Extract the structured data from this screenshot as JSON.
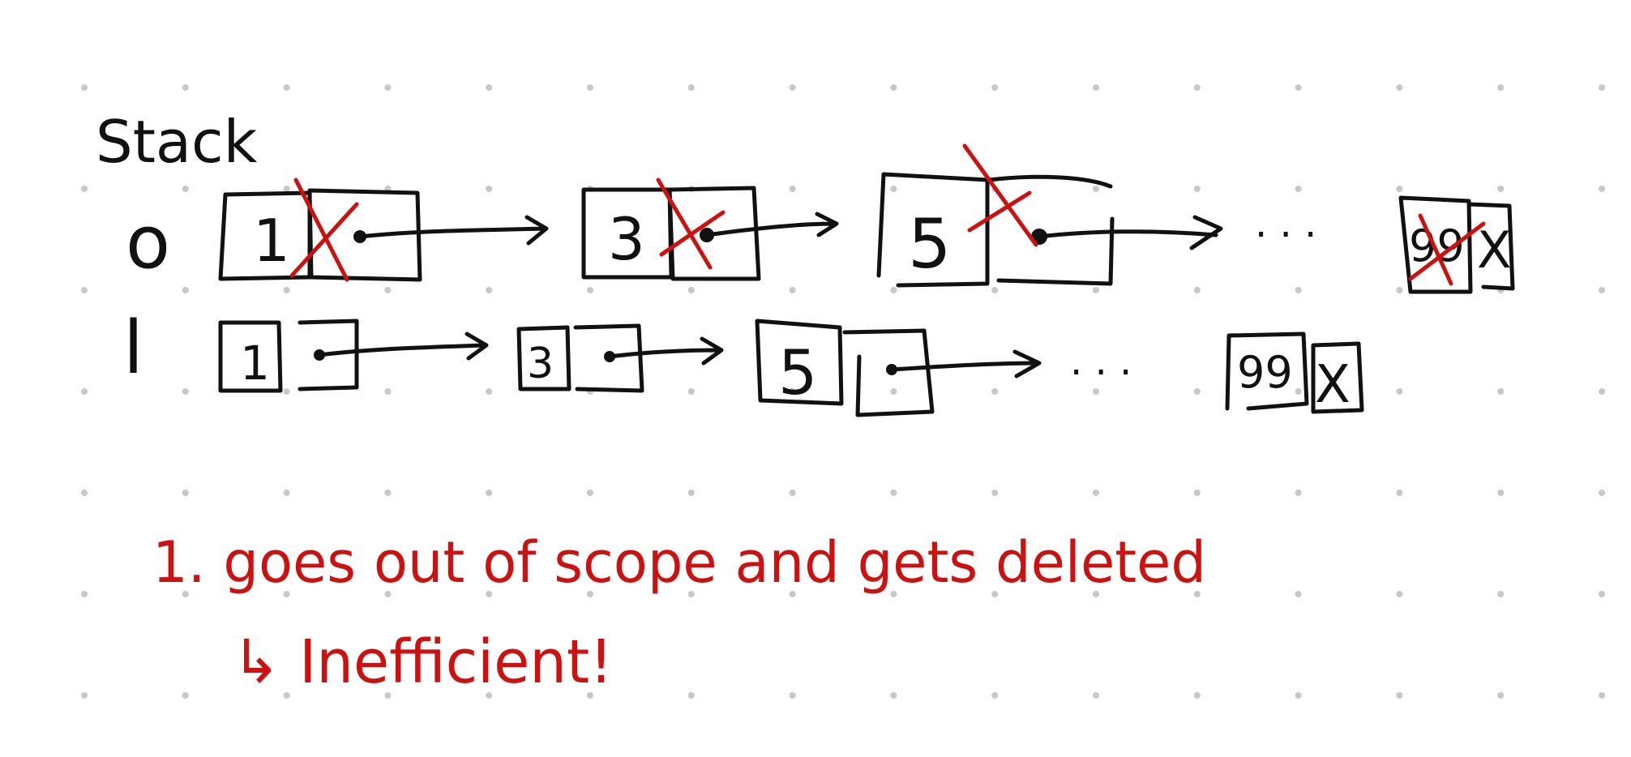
{
  "title": "Stack",
  "colors": {
    "ink": "#111111",
    "annotation": "#cc1111",
    "grid_dot": "#c8c8c8",
    "background": "#ffffff"
  },
  "rows": [
    {
      "label": "o",
      "nodes": [
        {
          "value": "1",
          "crossed_next": true
        },
        {
          "value": "3",
          "crossed_next": true
        },
        {
          "value": "5",
          "crossed_next": true
        },
        {
          "value": "99",
          "crossed_next": false,
          "crossed_value": true,
          "null_mark": "X"
        }
      ],
      "ellipsis": ". . ."
    },
    {
      "label": "l",
      "nodes": [
        {
          "value": "1"
        },
        {
          "value": "3"
        },
        {
          "value": "5"
        },
        {
          "value": "99",
          "null_mark": "X"
        }
      ],
      "ellipsis": ". . ."
    }
  ],
  "notes": {
    "line1": "1. goes out of scope and gets deleted",
    "line2": "↳ Inefficient!"
  }
}
